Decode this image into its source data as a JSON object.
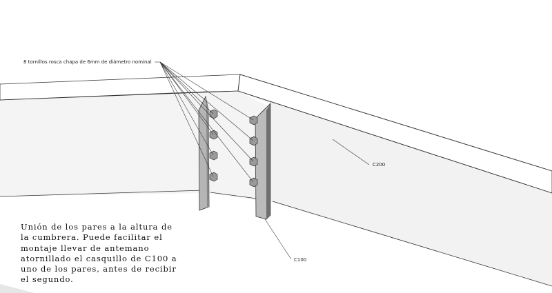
{
  "labels": {
    "screws": "8 tornillos rosca chapa de 6mm de diámetro nominal",
    "c200": "C200",
    "c100": "C100"
  },
  "note": {
    "lines": [
      "Unión de los pares a la altura de",
      "la cumbrera. Puede facilitar el",
      "montaje llevar de antemano",
      "atornillado el casquillo de C100 a",
      "uno de los pares, antes de recibir",
      "el segundo."
    ]
  },
  "colors": {
    "line": "#333333",
    "beam_side": "#f2f2f2",
    "bracket_light": "#b9b9b9",
    "bracket_dark": "#6f6f6f",
    "floor": "#e6e6e6"
  }
}
